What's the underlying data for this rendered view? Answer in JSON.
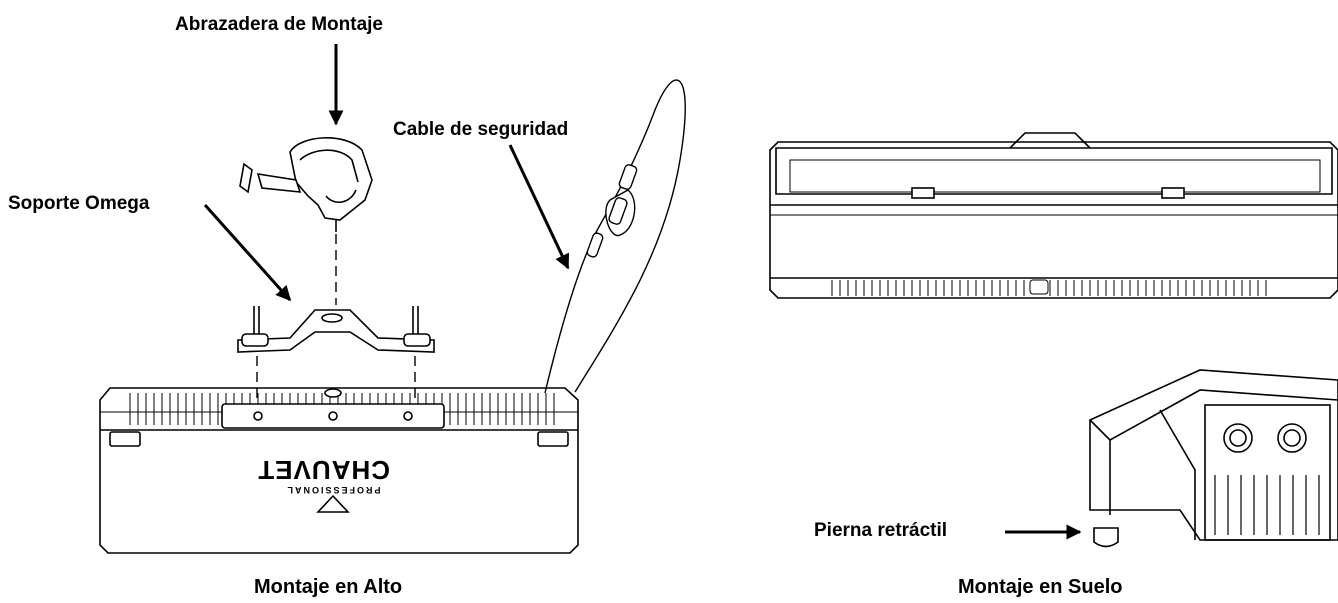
{
  "labels": {
    "mounting_clamp": "Abrazadera de Montaje",
    "safety_cable": "Cable de seguridad",
    "omega_bracket": "Soporte Omega",
    "retractable_leg": "Pierna retráctil"
  },
  "captions": {
    "overhead": "Montaje en Alto",
    "floor": "Montaje en Suelo"
  },
  "logo": {
    "brand": "CHAUVET",
    "sub": "PROFESSIONAL"
  },
  "colors": {
    "line": "#000000",
    "background": "#ffffff"
  }
}
